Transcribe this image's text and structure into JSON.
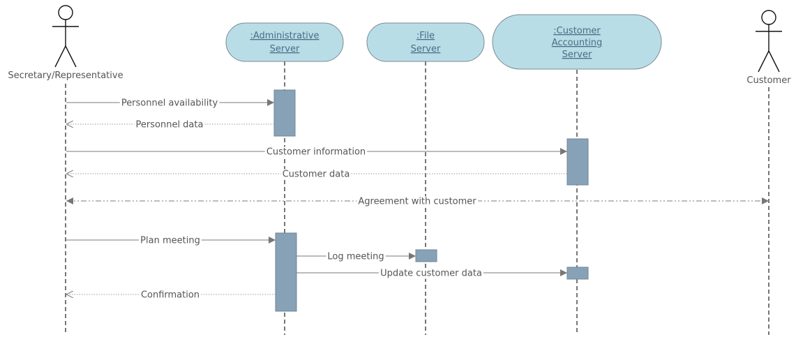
{
  "colors": {
    "object_fill": "#b8dde6",
    "object_stroke": "#7b8a93",
    "activation_fill": "#87a2b6",
    "activation_stroke": "#6c8598",
    "lifeline": "#555555",
    "message": "#7a7a7a",
    "actor": "#111111"
  },
  "participants": [
    {
      "id": "secretary",
      "kind": "actor",
      "name": "Secretary/Representative"
    },
    {
      "id": "admin",
      "kind": "object",
      "lines": [
        ":Administrative",
        "Server"
      ]
    },
    {
      "id": "file",
      "kind": "object",
      "lines": [
        ":File",
        "Server"
      ]
    },
    {
      "id": "accounting",
      "kind": "object",
      "lines": [
        ":Customer",
        "Accounting",
        "Server"
      ]
    },
    {
      "id": "customer",
      "kind": "actor",
      "name": "Customer"
    }
  ],
  "messages": [
    {
      "label": "Personnel availability",
      "from": "secretary",
      "to": "admin",
      "style": "sync"
    },
    {
      "label": "Personnel data",
      "from": "admin",
      "to": "secretary",
      "style": "return"
    },
    {
      "label": "Customer information",
      "from": "secretary",
      "to": "accounting",
      "style": "sync"
    },
    {
      "label": "Customer data",
      "from": "accounting",
      "to": "secretary",
      "style": "return"
    },
    {
      "label": "Agreement with customer",
      "from": "secretary",
      "to": "customer",
      "style": "bidirectional"
    },
    {
      "label": "Plan meeting",
      "from": "secretary",
      "to": "admin",
      "style": "sync"
    },
    {
      "label": "Log meeting",
      "from": "admin",
      "to": "file",
      "style": "sync"
    },
    {
      "label": "Update customer data",
      "from": "admin",
      "to": "accounting",
      "style": "sync"
    },
    {
      "label": "Confirmation",
      "from": "admin",
      "to": "secretary",
      "style": "return"
    }
  ]
}
